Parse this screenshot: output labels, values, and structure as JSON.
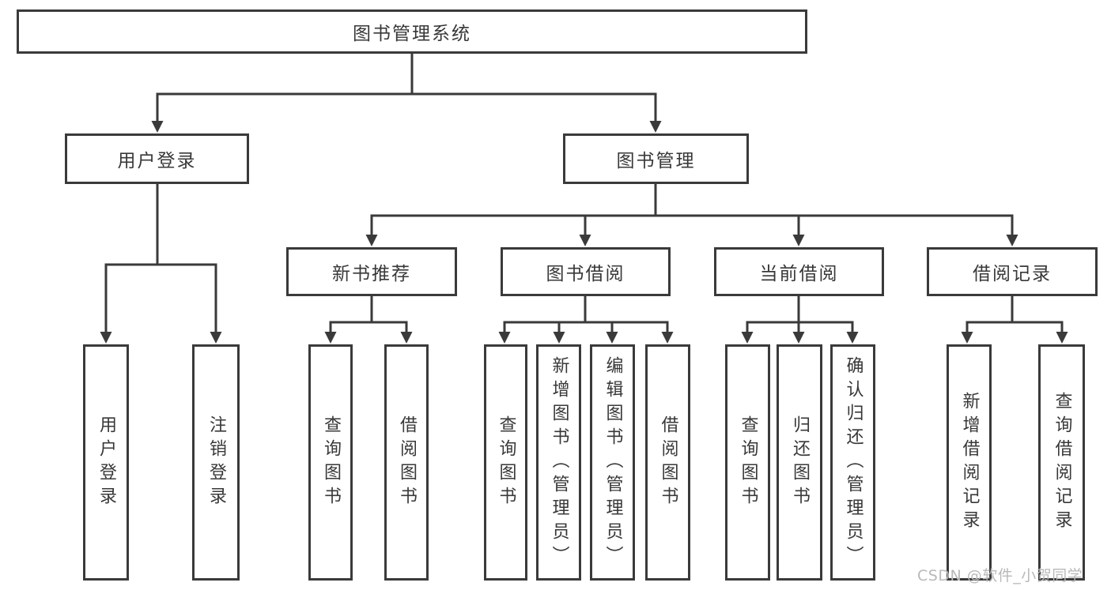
{
  "title": "图书管理系统",
  "watermark": "CSDN @软件_小贺同学",
  "colors": {
    "line": "#3a3a3a",
    "text": "#383838",
    "background": "#ffffff",
    "watermark": "#b9b9b9"
  },
  "nodes": {
    "root": "图书管理系统",
    "user_login": "用户登录",
    "book_mgmt": "图书管理",
    "new_book_rec": "新书推荐",
    "book_borrow": "图书借阅",
    "current_borrow": "当前借阅",
    "borrow_record": "借阅记录",
    "leaf_user_login": "用户登录",
    "leaf_logout": "注销登录",
    "leaf_nb_query": "查询图书",
    "leaf_nb_borrow": "借阅图书",
    "leaf_bb_query": "查询图书",
    "leaf_bb_add": "新增图书（管理员）",
    "leaf_bb_edit": "编辑图书（管理员）",
    "leaf_bb_borrow": "借阅图书",
    "leaf_cb_query": "查询图书",
    "leaf_cb_return": "归还图书",
    "leaf_cb_confirm": "确认归还（管理员）",
    "leaf_br_add": "新增借阅记录",
    "leaf_br_query": "查询借阅记录"
  },
  "tree": {
    "label": "图书管理系统",
    "children": [
      {
        "label": "用户登录",
        "children": [
          {
            "label": "用户登录"
          },
          {
            "label": "注销登录"
          }
        ]
      },
      {
        "label": "图书管理",
        "children": [
          {
            "label": "新书推荐",
            "children": [
              {
                "label": "查询图书"
              },
              {
                "label": "借阅图书"
              }
            ]
          },
          {
            "label": "图书借阅",
            "children": [
              {
                "label": "查询图书"
              },
              {
                "label": "新增图书（管理员）"
              },
              {
                "label": "编辑图书（管理员）"
              },
              {
                "label": "借阅图书"
              }
            ]
          },
          {
            "label": "当前借阅",
            "children": [
              {
                "label": "查询图书"
              },
              {
                "label": "归还图书"
              },
              {
                "label": "确认归还（管理员）"
              }
            ]
          },
          {
            "label": "借阅记录",
            "children": [
              {
                "label": "新增借阅记录"
              },
              {
                "label": "查询借阅记录"
              }
            ]
          }
        ]
      }
    ]
  }
}
